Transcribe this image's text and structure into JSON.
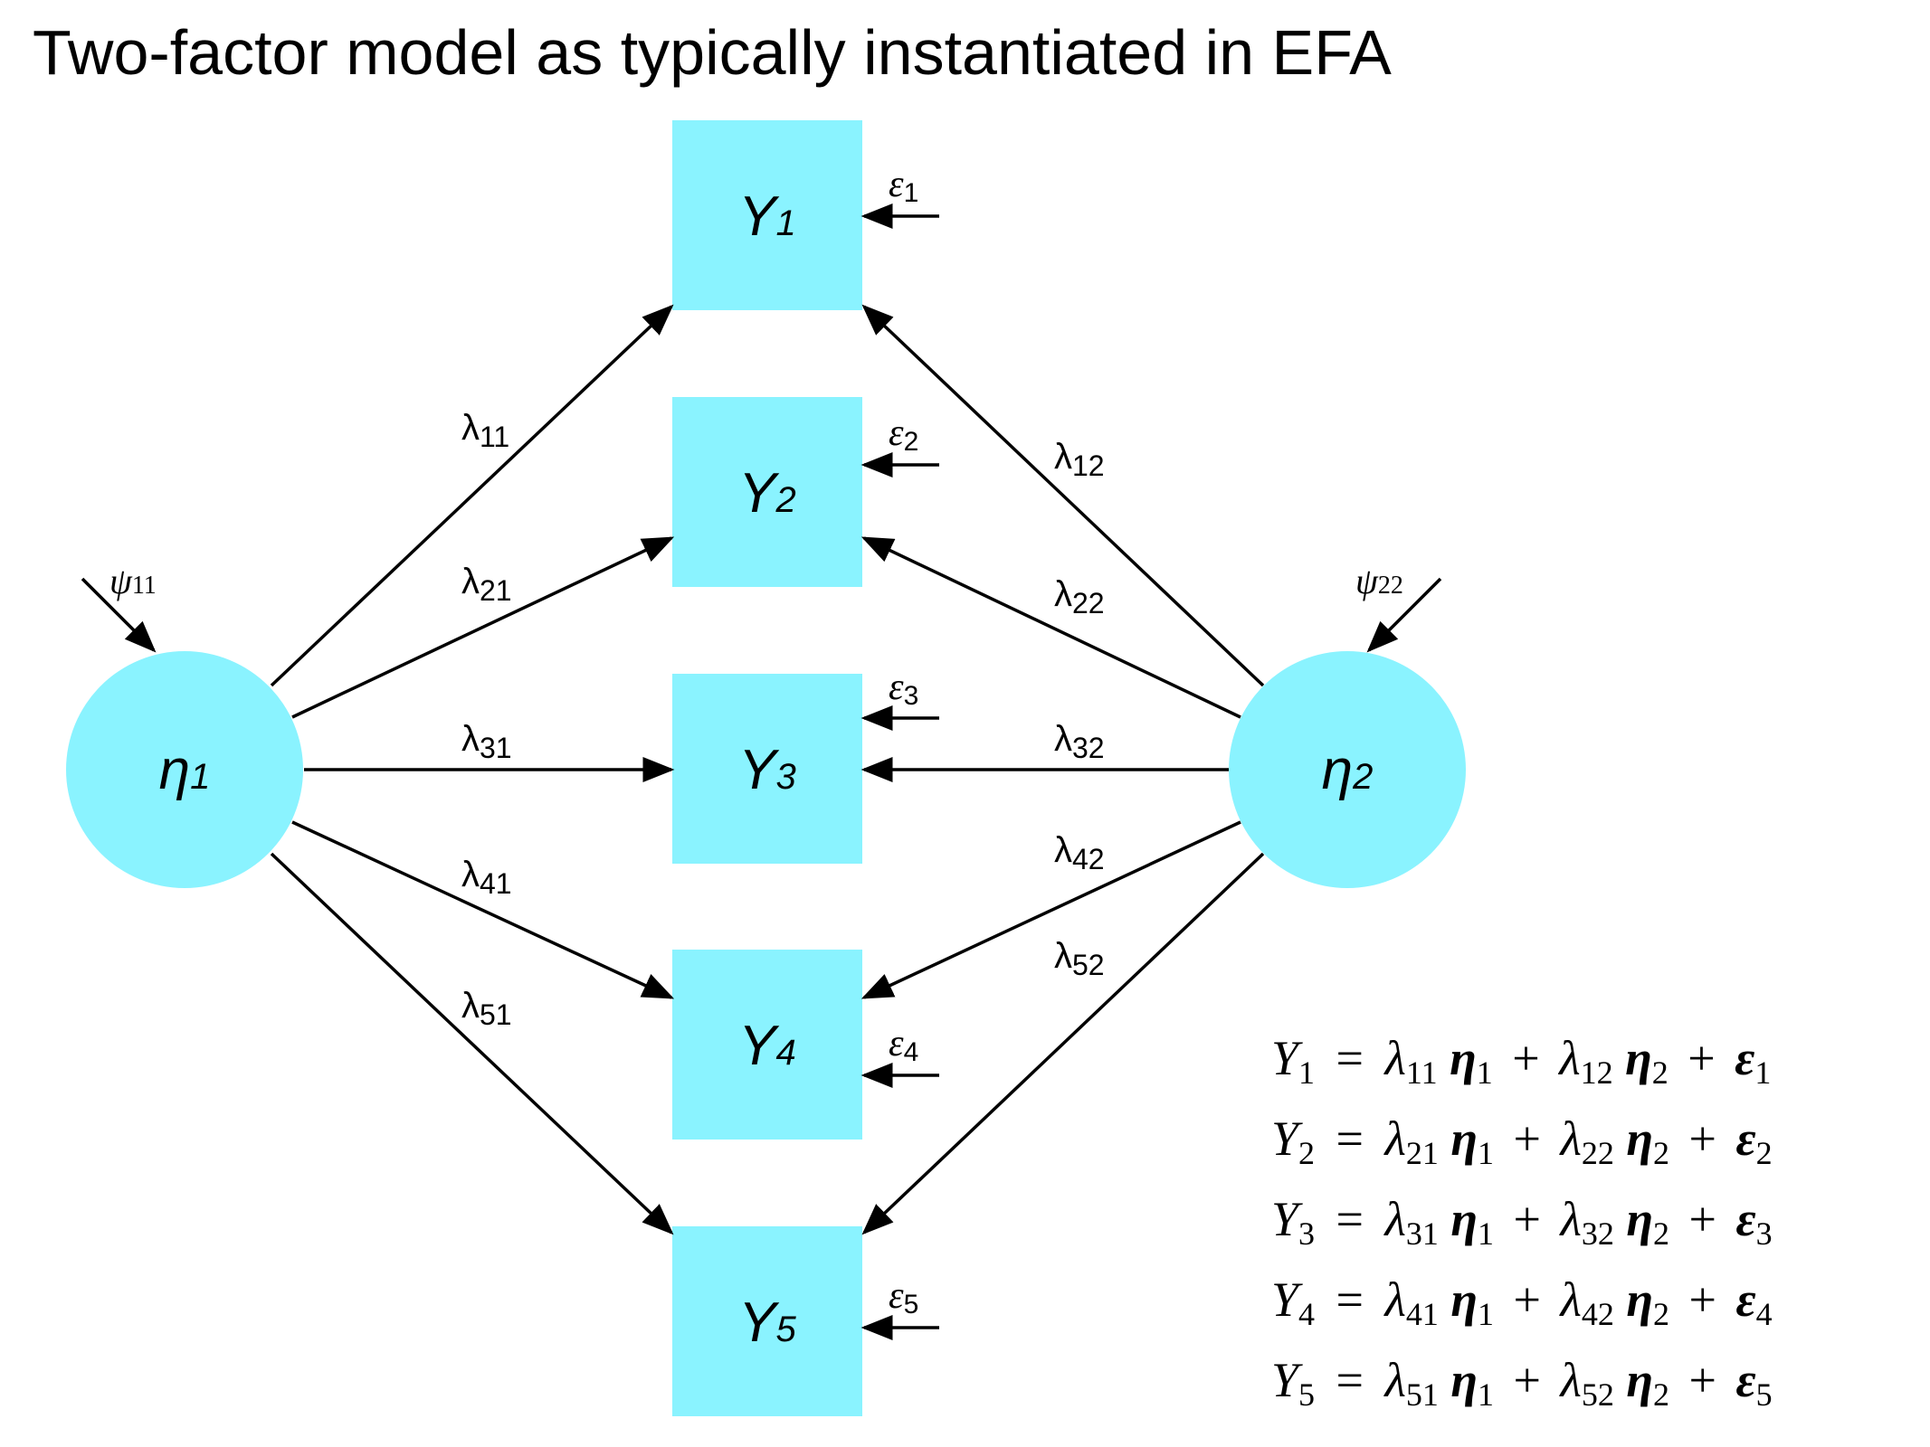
{
  "title": "Two-factor model as typically instantiated in EFA",
  "colors": {
    "node_fill": "#8AF3FF",
    "line": "#000000",
    "background": "#FFFFFF"
  },
  "factors": [
    {
      "id": "eta1",
      "symbol": "η",
      "sub": "1",
      "disturbance_symbol": "ψ",
      "disturbance_sub": "11"
    },
    {
      "id": "eta2",
      "symbol": "η",
      "sub": "2",
      "disturbance_symbol": "ψ",
      "disturbance_sub": "22"
    }
  ],
  "indicators": [
    {
      "id": "Y1",
      "symbol": "Y",
      "sub": "1",
      "error_symbol": "ε",
      "error_sub": "1"
    },
    {
      "id": "Y2",
      "symbol": "Y",
      "sub": "2",
      "error_symbol": "ε",
      "error_sub": "2"
    },
    {
      "id": "Y3",
      "symbol": "Y",
      "sub": "3",
      "error_symbol": "ε",
      "error_sub": "3"
    },
    {
      "id": "Y4",
      "symbol": "Y",
      "sub": "4",
      "error_symbol": "ε",
      "error_sub": "4"
    },
    {
      "id": "Y5",
      "symbol": "Y",
      "sub": "5",
      "error_symbol": "ε",
      "error_sub": "5"
    }
  ],
  "loadings": [
    {
      "from": "eta1",
      "to": "Y1",
      "symbol": "λ",
      "sub": "11"
    },
    {
      "from": "eta1",
      "to": "Y2",
      "symbol": "λ",
      "sub": "21"
    },
    {
      "from": "eta1",
      "to": "Y3",
      "symbol": "λ",
      "sub": "31"
    },
    {
      "from": "eta1",
      "to": "Y4",
      "symbol": "λ",
      "sub": "41"
    },
    {
      "from": "eta1",
      "to": "Y5",
      "symbol": "λ",
      "sub": "51"
    },
    {
      "from": "eta2",
      "to": "Y1",
      "symbol": "λ",
      "sub": "12"
    },
    {
      "from": "eta2",
      "to": "Y2",
      "symbol": "λ",
      "sub": "22"
    },
    {
      "from": "eta2",
      "to": "Y3",
      "symbol": "λ",
      "sub": "32"
    },
    {
      "from": "eta2",
      "to": "Y4",
      "symbol": "λ",
      "sub": "42"
    },
    {
      "from": "eta2",
      "to": "Y5",
      "symbol": "λ",
      "sub": "52"
    }
  ],
  "equations": [
    {
      "lhs": "Y",
      "lhs_sub": "1",
      "eq": "=",
      "l1": "λ",
      "l1_sub": "11",
      "f1": "η",
      "f1_sub": "1",
      "plus1": "+",
      "l2": "λ",
      "l2_sub": "12",
      "f2": "η",
      "f2_sub": "2",
      "plus2": "+",
      "e": "ε",
      "e_sub": "1"
    },
    {
      "lhs": "Y",
      "lhs_sub": "2",
      "eq": "=",
      "l1": "λ",
      "l1_sub": "21",
      "f1": "η",
      "f1_sub": "1",
      "plus1": "+",
      "l2": "λ",
      "l2_sub": "22",
      "f2": "η",
      "f2_sub": "2",
      "plus2": "+",
      "e": "ε",
      "e_sub": "2"
    },
    {
      "lhs": "Y",
      "lhs_sub": "3",
      "eq": "=",
      "l1": "λ",
      "l1_sub": "31",
      "f1": "η",
      "f1_sub": "1",
      "plus1": "+",
      "l2": "λ",
      "l2_sub": "32",
      "f2": "η",
      "f2_sub": "2",
      "plus2": "+",
      "e": "ε",
      "e_sub": "3"
    },
    {
      "lhs": "Y",
      "lhs_sub": "4",
      "eq": "=",
      "l1": "λ",
      "l1_sub": "41",
      "f1": "η",
      "f1_sub": "1",
      "plus1": "+",
      "l2": "λ",
      "l2_sub": "42",
      "f2": "η",
      "f2_sub": "2",
      "plus2": "+",
      "e": "ε",
      "e_sub": "4"
    },
    {
      "lhs": "Y",
      "lhs_sub": "5",
      "eq": "=",
      "l1": "λ",
      "l1_sub": "51",
      "f1": "η",
      "f1_sub": "1",
      "plus1": "+",
      "l2": "λ",
      "l2_sub": "52",
      "f2": "η",
      "f2_sub": "2",
      "plus2": "+",
      "e": "ε",
      "e_sub": "5"
    }
  ]
}
